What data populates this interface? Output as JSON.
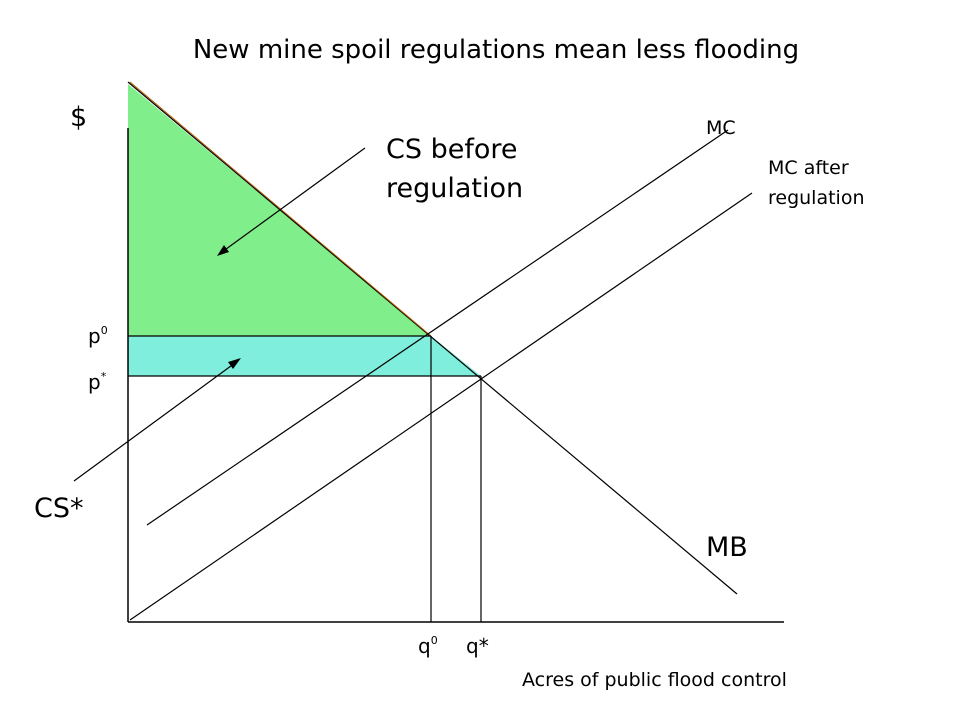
{
  "title": "New mine spoil regulations mean less flooding",
  "y_axis_label": "$",
  "x_axis_label": "Acres of public flood control",
  "curves": {
    "mc": "MC",
    "mc_after": "MC after regulation",
    "mc_after_line1": "MC after",
    "mc_after_line2": "regulation",
    "mb": "MB"
  },
  "price_labels": {
    "p0": {
      "base": "p",
      "sup": "0"
    },
    "p_star": {
      "base": "p",
      "sup": "*"
    }
  },
  "quantity_labels": {
    "q0": {
      "base": "q",
      "sup": "0"
    },
    "q_star": "q*"
  },
  "annotations": {
    "cs_before": "CS before regulation",
    "cs_before_line1": "CS before",
    "cs_before_line2": "regulation",
    "cs_star": "CS*"
  },
  "colors": {
    "cs_before_fill": "#80ee8a",
    "cs_star_fill": "#80eedc",
    "line": "#000000"
  }
}
